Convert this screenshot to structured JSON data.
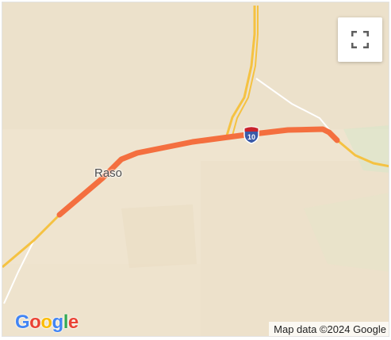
{
  "map": {
    "place_label": "Raso",
    "highway_shield_number": "10",
    "attribution": "Map data ©2024 Google",
    "logo_text": [
      "G",
      "o",
      "o",
      "g",
      "l",
      "e"
    ],
    "fullscreen_icon": "fullscreen-icon",
    "colors": {
      "land": "#efe4cf",
      "traffic_route": "#f46f3f",
      "highway": "#f5c242",
      "shield_blue": "#3a5aa8",
      "shield_red": "#c8232c"
    }
  }
}
